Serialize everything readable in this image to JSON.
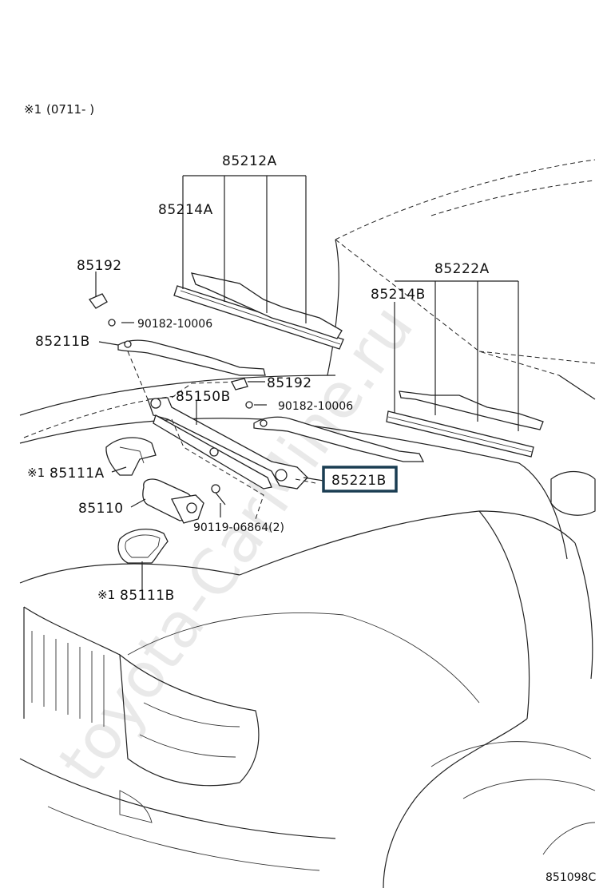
{
  "note": {
    "mark": "※1",
    "text": "(0711-    )"
  },
  "watermark": "toyota-CarMine.ru",
  "diagram_code": "851098C",
  "highlight_color": "#1a3d52",
  "labels": {
    "p85212A": "85212A",
    "p85214A": "85214A",
    "p85192_top": "85192",
    "p90182_top": "90182-10006",
    "p85211B": "85211B",
    "p85192_mid": "85192",
    "p85150B": "85150B",
    "p90182_mid": "90182-10006",
    "p85111A_mark": "※1",
    "p85111A": "85111A",
    "p85110": "85110",
    "p90119": "90119-06864(2)",
    "p85111B_mark": "※1",
    "p85111B": "85111B",
    "p85222A": "85222A",
    "p85214B": "85214B",
    "p85221B": "85221B"
  }
}
